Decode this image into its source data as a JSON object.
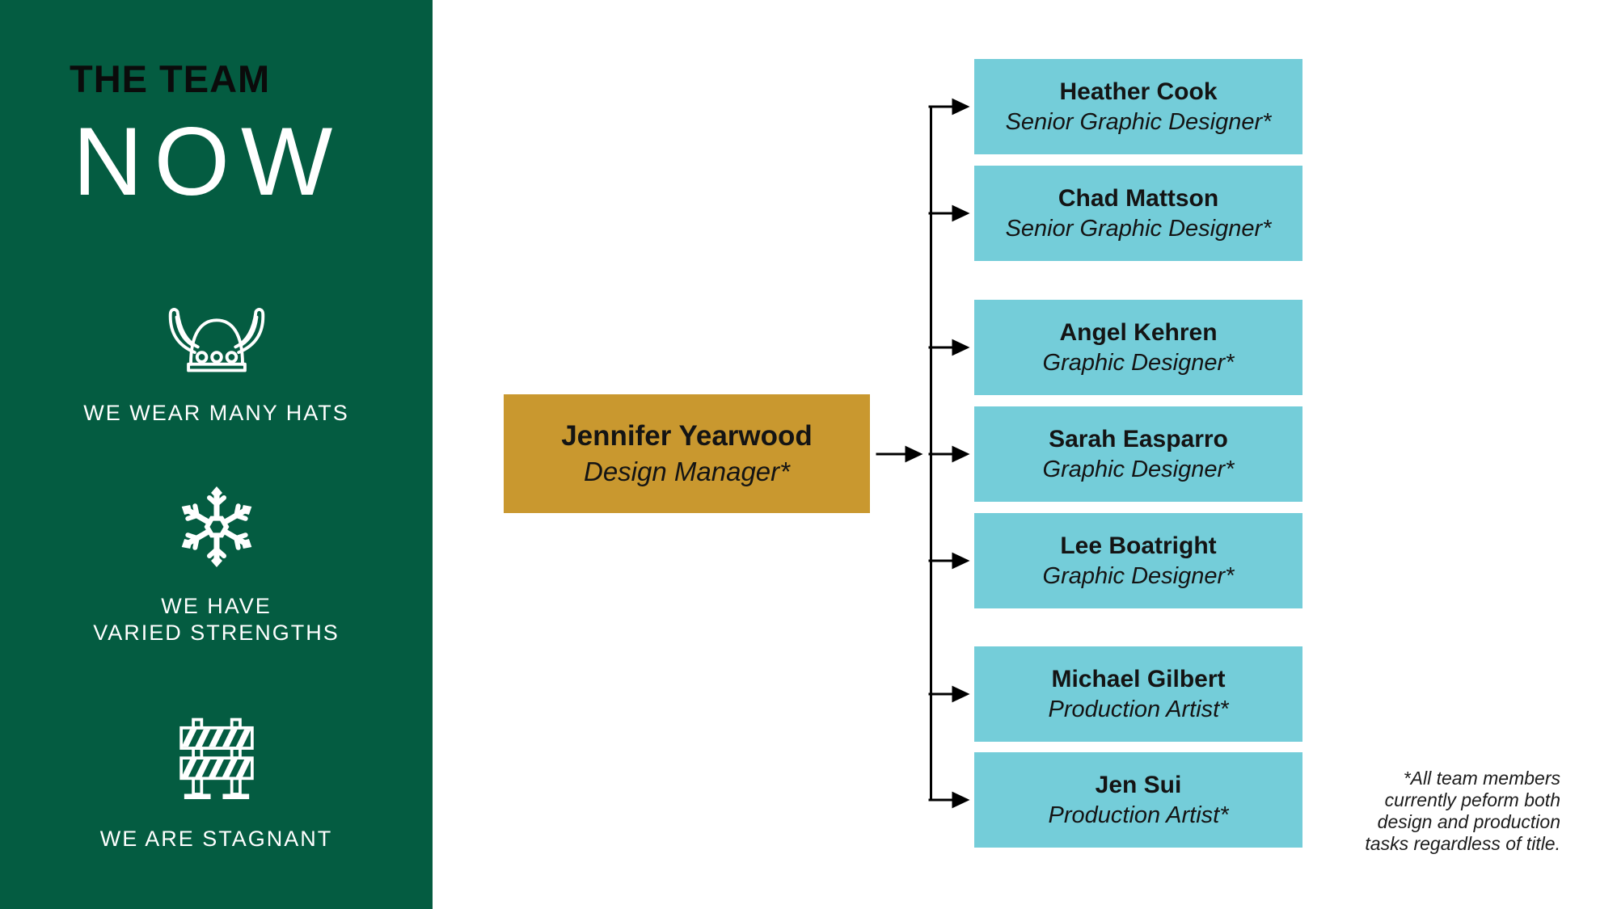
{
  "colors": {
    "sidebar_green": "#045C41",
    "member_teal": "#74CDD9",
    "manager_gold": "#C9982F",
    "connector_black": "#000000",
    "text_black": "#141414"
  },
  "sidebar": {
    "title_line1": "THE TEAM",
    "title_line2": "NOW",
    "features": [
      {
        "icon": "viking-helmet-icon",
        "lines": [
          "WE WEAR MANY HATS"
        ]
      },
      {
        "icon": "snowflake-icon",
        "lines": [
          "WE HAVE",
          "VARIED STRENGTHS"
        ]
      },
      {
        "icon": "construction-barrier-icon",
        "lines": [
          "WE ARE STAGNANT"
        ]
      }
    ]
  },
  "org_chart": {
    "manager": {
      "name": "Jennifer Yearwood",
      "title": "Design Manager*"
    },
    "members": [
      {
        "name": "Heather Cook",
        "title": "Senior Graphic Designer*"
      },
      {
        "name": "Chad Mattson",
        "title": "Senior Graphic Designer*"
      },
      {
        "name": "Angel Kehren",
        "title": "Graphic Designer*"
      },
      {
        "name": "Sarah Easparro",
        "title": "Graphic Designer*"
      },
      {
        "name": "Lee Boatright",
        "title": "Graphic Designer*"
      },
      {
        "name": "Michael Gilbert",
        "title": "Production Artist*"
      },
      {
        "name": "Jen Sui",
        "title": "Production Artist*"
      }
    ]
  },
  "footnote": {
    "lines": [
      "*All team members",
      "currently peform both",
      "design and production",
      "tasks regardless of title."
    ]
  }
}
